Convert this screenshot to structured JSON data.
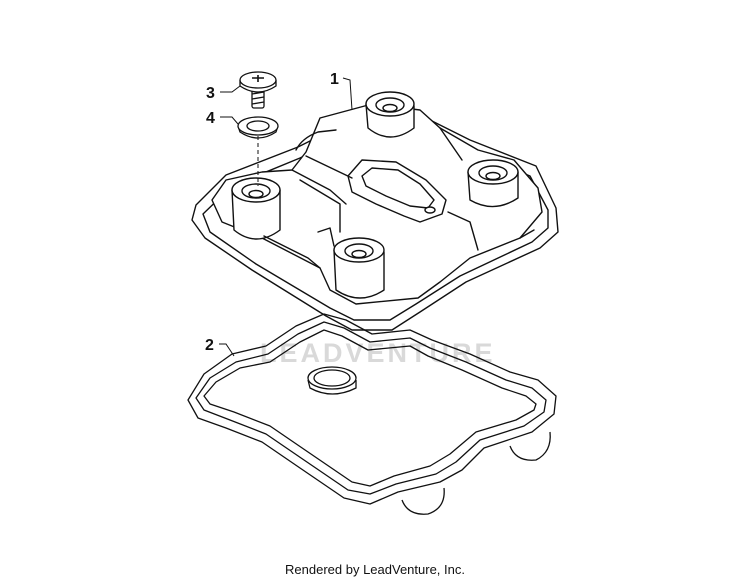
{
  "callouts": {
    "c1": "1",
    "c2": "2",
    "c3": "3",
    "c4": "4"
  },
  "watermark": "LEADVENTURE",
  "footer": "Rendered by LeadVenture, Inc.",
  "colors": {
    "line": "#111111",
    "watermark": "#d9d9d9",
    "background": "#ffffff"
  }
}
